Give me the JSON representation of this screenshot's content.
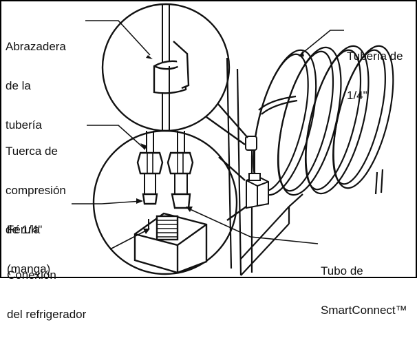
{
  "labels": {
    "clamp": [
      "Abrazadera",
      "de la",
      "tubería"
    ],
    "tubing": [
      "Tubería de",
      "1/4\""
    ],
    "nut": [
      "Tuerca de",
      "compresión",
      "de 1/4\""
    ],
    "ferrule": [
      "Férula",
      "(manga)"
    ],
    "connection": [
      "Conexión",
      "del refrigerador"
    ],
    "smartconnect": [
      "Tubo de",
      "SmartConnect™"
    ]
  },
  "colors": {
    "ink": "#111111",
    "background": "#ffffff",
    "border": "#000000"
  }
}
